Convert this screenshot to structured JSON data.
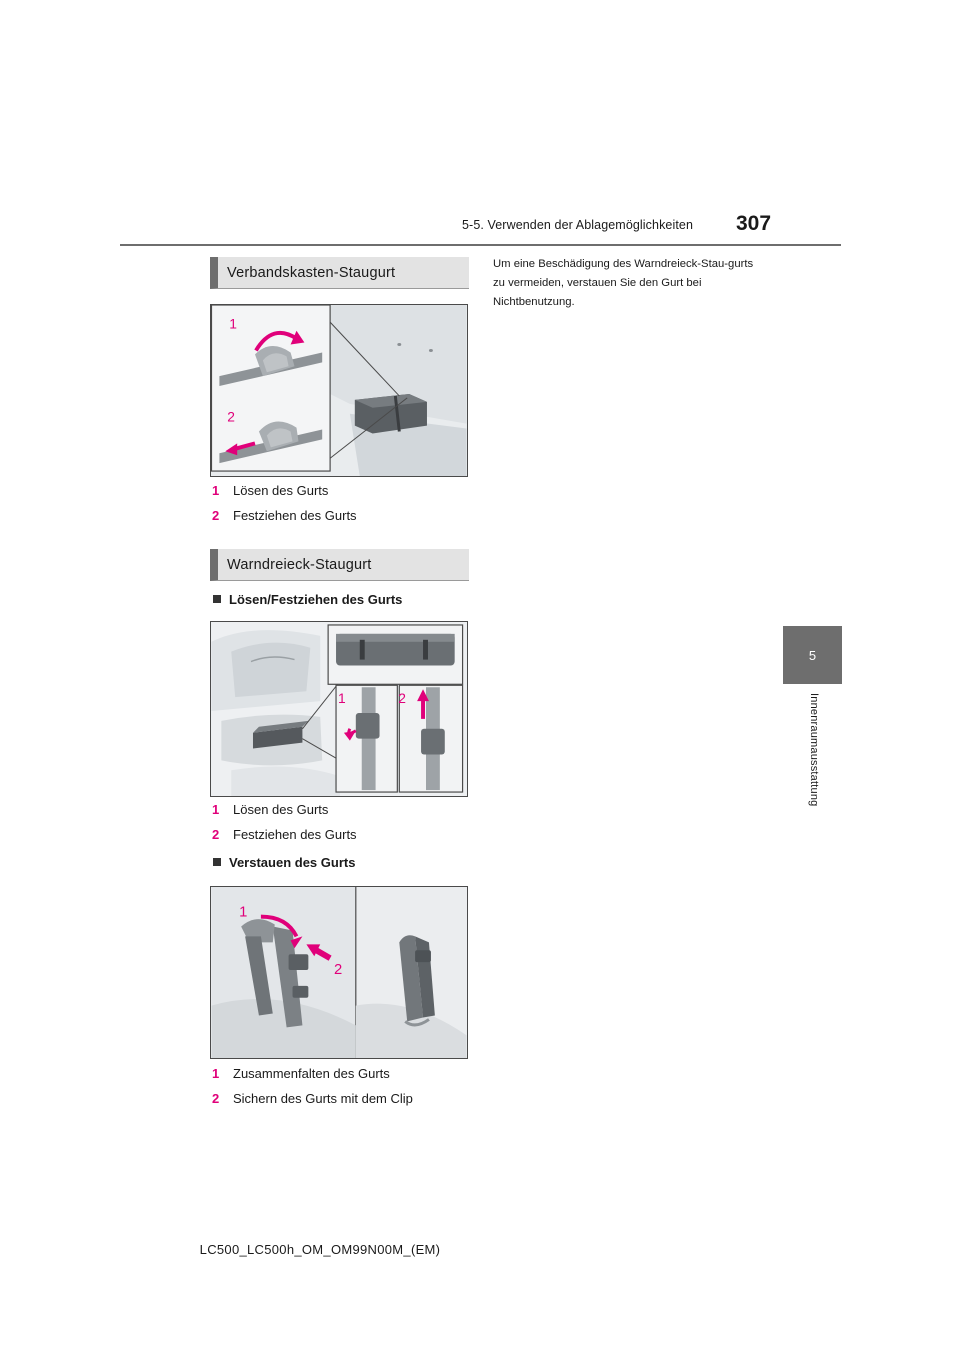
{
  "header": {
    "section_title": "5-5. Verwenden der Ablagemöglichkeiten",
    "page_number": "307"
  },
  "chapter_tab": {
    "number": "5",
    "label": "Innenraumausstattung"
  },
  "sections": {
    "first_aid": {
      "title": "Verbandskasten-Staugurt",
      "figure_callouts": [
        "1",
        "2"
      ],
      "steps": [
        {
          "num": "1",
          "text": "Lösen des Gurts"
        },
        {
          "num": "2",
          "text": "Festziehen des Gurts"
        }
      ]
    },
    "triangle": {
      "title": "Warndreieck-Staugurt",
      "sub1": {
        "title": "Lösen/Festziehen des Gurts",
        "figure_callouts": [
          "1",
          "2"
        ],
        "steps": [
          {
            "num": "1",
            "text": "Lösen des Gurts"
          },
          {
            "num": "2",
            "text": "Festziehen des Gurts"
          }
        ]
      },
      "sub2": {
        "title": "Verstauen des Gurts",
        "figure_callouts": [
          "1",
          "2"
        ],
        "steps": [
          {
            "num": "1",
            "text": "Zusammenfalten des Gurts"
          },
          {
            "num": "2",
            "text": "Sichern des Gurts mit dem Clip"
          }
        ]
      }
    }
  },
  "note": "Um eine Beschädigung des Warndreieck-Stau-gurts zu vermeiden, verstauen Sie den Gurt bei Nichtbenutzung.",
  "footer": "LC500_LC500h_OM_OM99N00M_(EM)",
  "colors": {
    "accent": "#e0007a",
    "tab_gray": "#6e6e6e",
    "bar_gray": "#e3e3e3"
  }
}
